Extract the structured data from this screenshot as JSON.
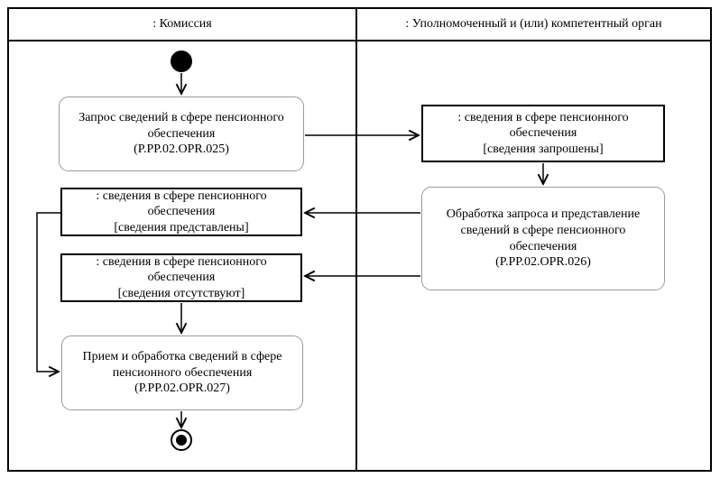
{
  "diagram": {
    "title": "Activity diagram with swimlanes (pension information exchange)",
    "lanes": [
      {
        "label": ": Комиссия"
      },
      {
        "label": ": Уполномоченный и (или) компетентный орган"
      }
    ],
    "nodes": {
      "action_request": {
        "kind": "action",
        "lane": 0,
        "text": "Запрос сведений в сфере пенсионного\nобеспечения\n(P.PP.02.OPR.025)"
      },
      "object_requested": {
        "kind": "object",
        "lane": 1,
        "text": ": сведения в сфере пенсионного\nобеспечения\n[сведения запрошены]"
      },
      "action_process": {
        "kind": "action",
        "lane": 1,
        "text": "Обработка запроса и представление\nсведений в сфере пенсионного\nобеспечения\n(P.PP.02.OPR.026)"
      },
      "object_provided": {
        "kind": "object",
        "lane": 0,
        "text": ": сведения в сфере пенсионного\nобеспечения\n[сведения представлены]"
      },
      "object_absent": {
        "kind": "object",
        "lane": 0,
        "text": ": сведения в сфере пенсионного\nобеспечения\n[сведения отсутствуют]"
      },
      "action_receive": {
        "kind": "action",
        "lane": 0,
        "text": "Прием и обработка сведений в сфере\nпенсионного обеспечения\n(P.PP.02.OPR.027)"
      }
    },
    "flow": [
      "initial -> action_request",
      "action_request -> object_requested",
      "object_requested -> action_process",
      "action_process -> object_provided",
      "action_process -> object_absent",
      "object_provided -> action_receive",
      "object_absent -> action_receive",
      "action_receive -> final"
    ],
    "colors": {
      "line": "#000000",
      "background": "#ffffff",
      "action_border": "#9a9a9a",
      "object_border": "#000000",
      "text": "#000000"
    }
  }
}
